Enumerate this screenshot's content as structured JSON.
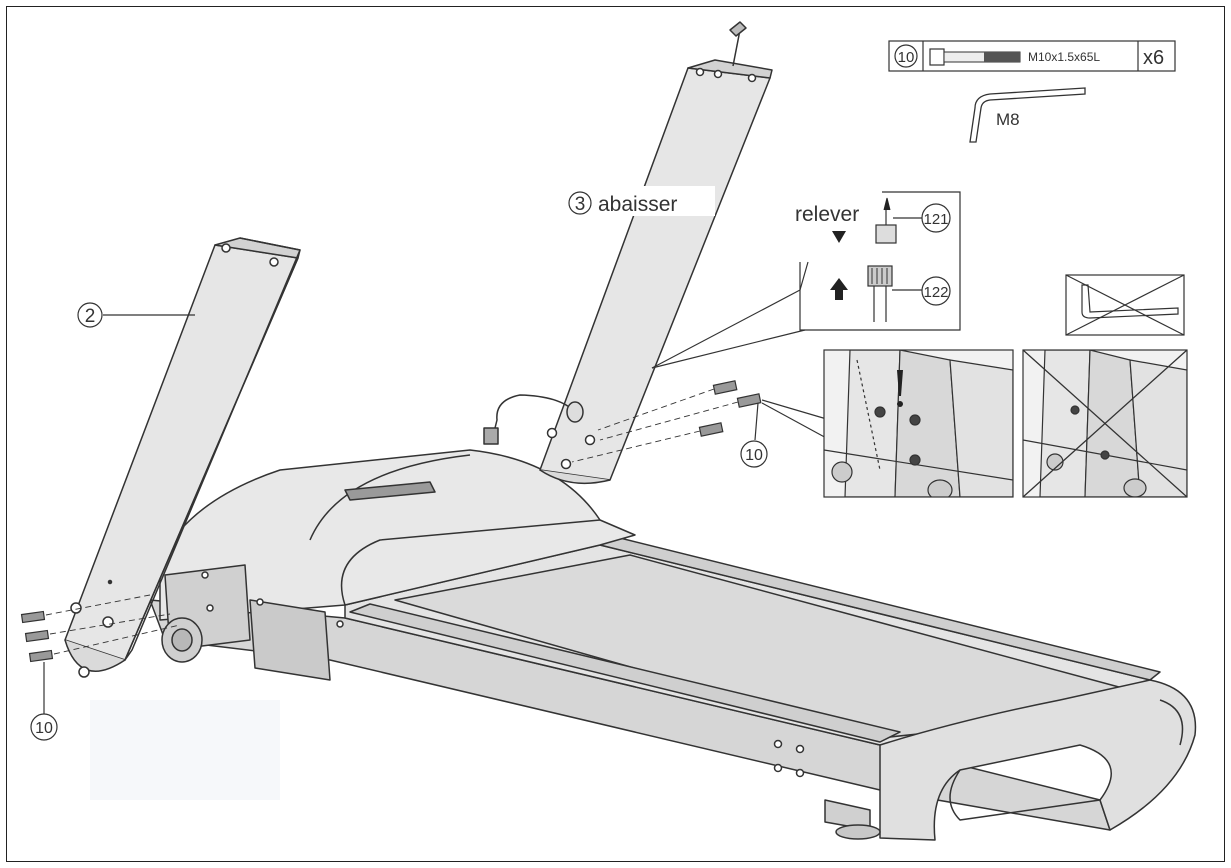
{
  "callouts": {
    "part_2": "2",
    "part_3": "3",
    "part_10_left": "10",
    "part_10_right": "10",
    "part_121": "121",
    "part_122": "122"
  },
  "instructions": {
    "lower": "abaisser",
    "raise": "relever"
  },
  "hardware": {
    "bolt_ref": "10",
    "bolt_spec": "M10x1.5x65L",
    "bolt_qty": "x6",
    "wrench": "M8"
  },
  "colors": {
    "line": "#333333",
    "fill_light": "#ececec",
    "fill_mid": "#dcdcdc",
    "fill_dark": "#c8c8c8"
  }
}
